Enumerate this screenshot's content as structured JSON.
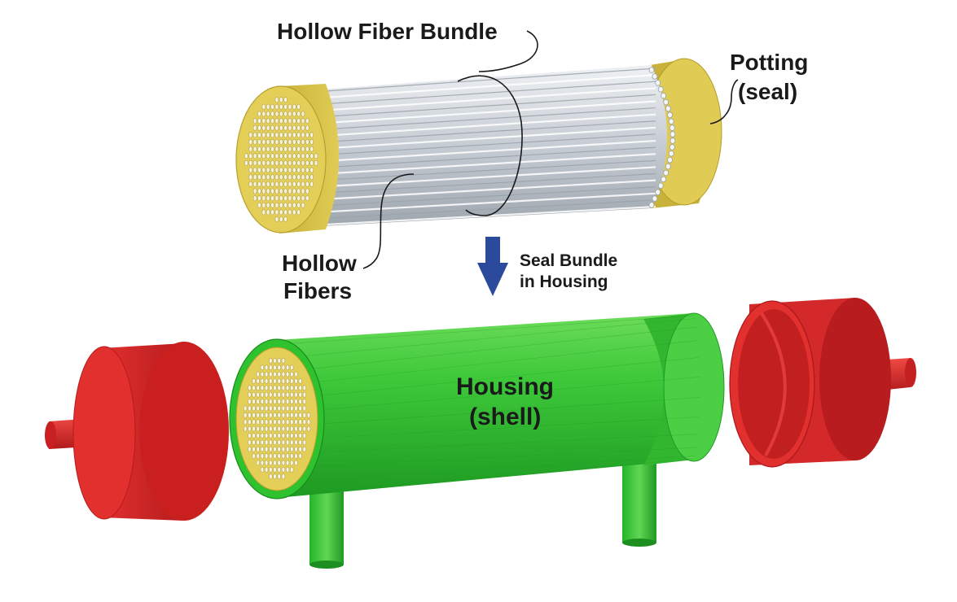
{
  "labels": {
    "bundle": "Hollow Fiber Bundle",
    "potting_line1": "Potting",
    "potting_line2": "(seal)",
    "fibers_line1": "Hollow",
    "fibers_line2": "Fibers",
    "seal_line1": "Seal Bundle",
    "seal_line2": "in Housing",
    "housing_line1": "Housing",
    "housing_line2": "(shell)"
  },
  "colors": {
    "potting": "#d9c44a",
    "fiber": "#c9cfd6",
    "housing": "#2fc22f",
    "end_cap": "#d8282a",
    "arrow": "#2c4a9c"
  }
}
